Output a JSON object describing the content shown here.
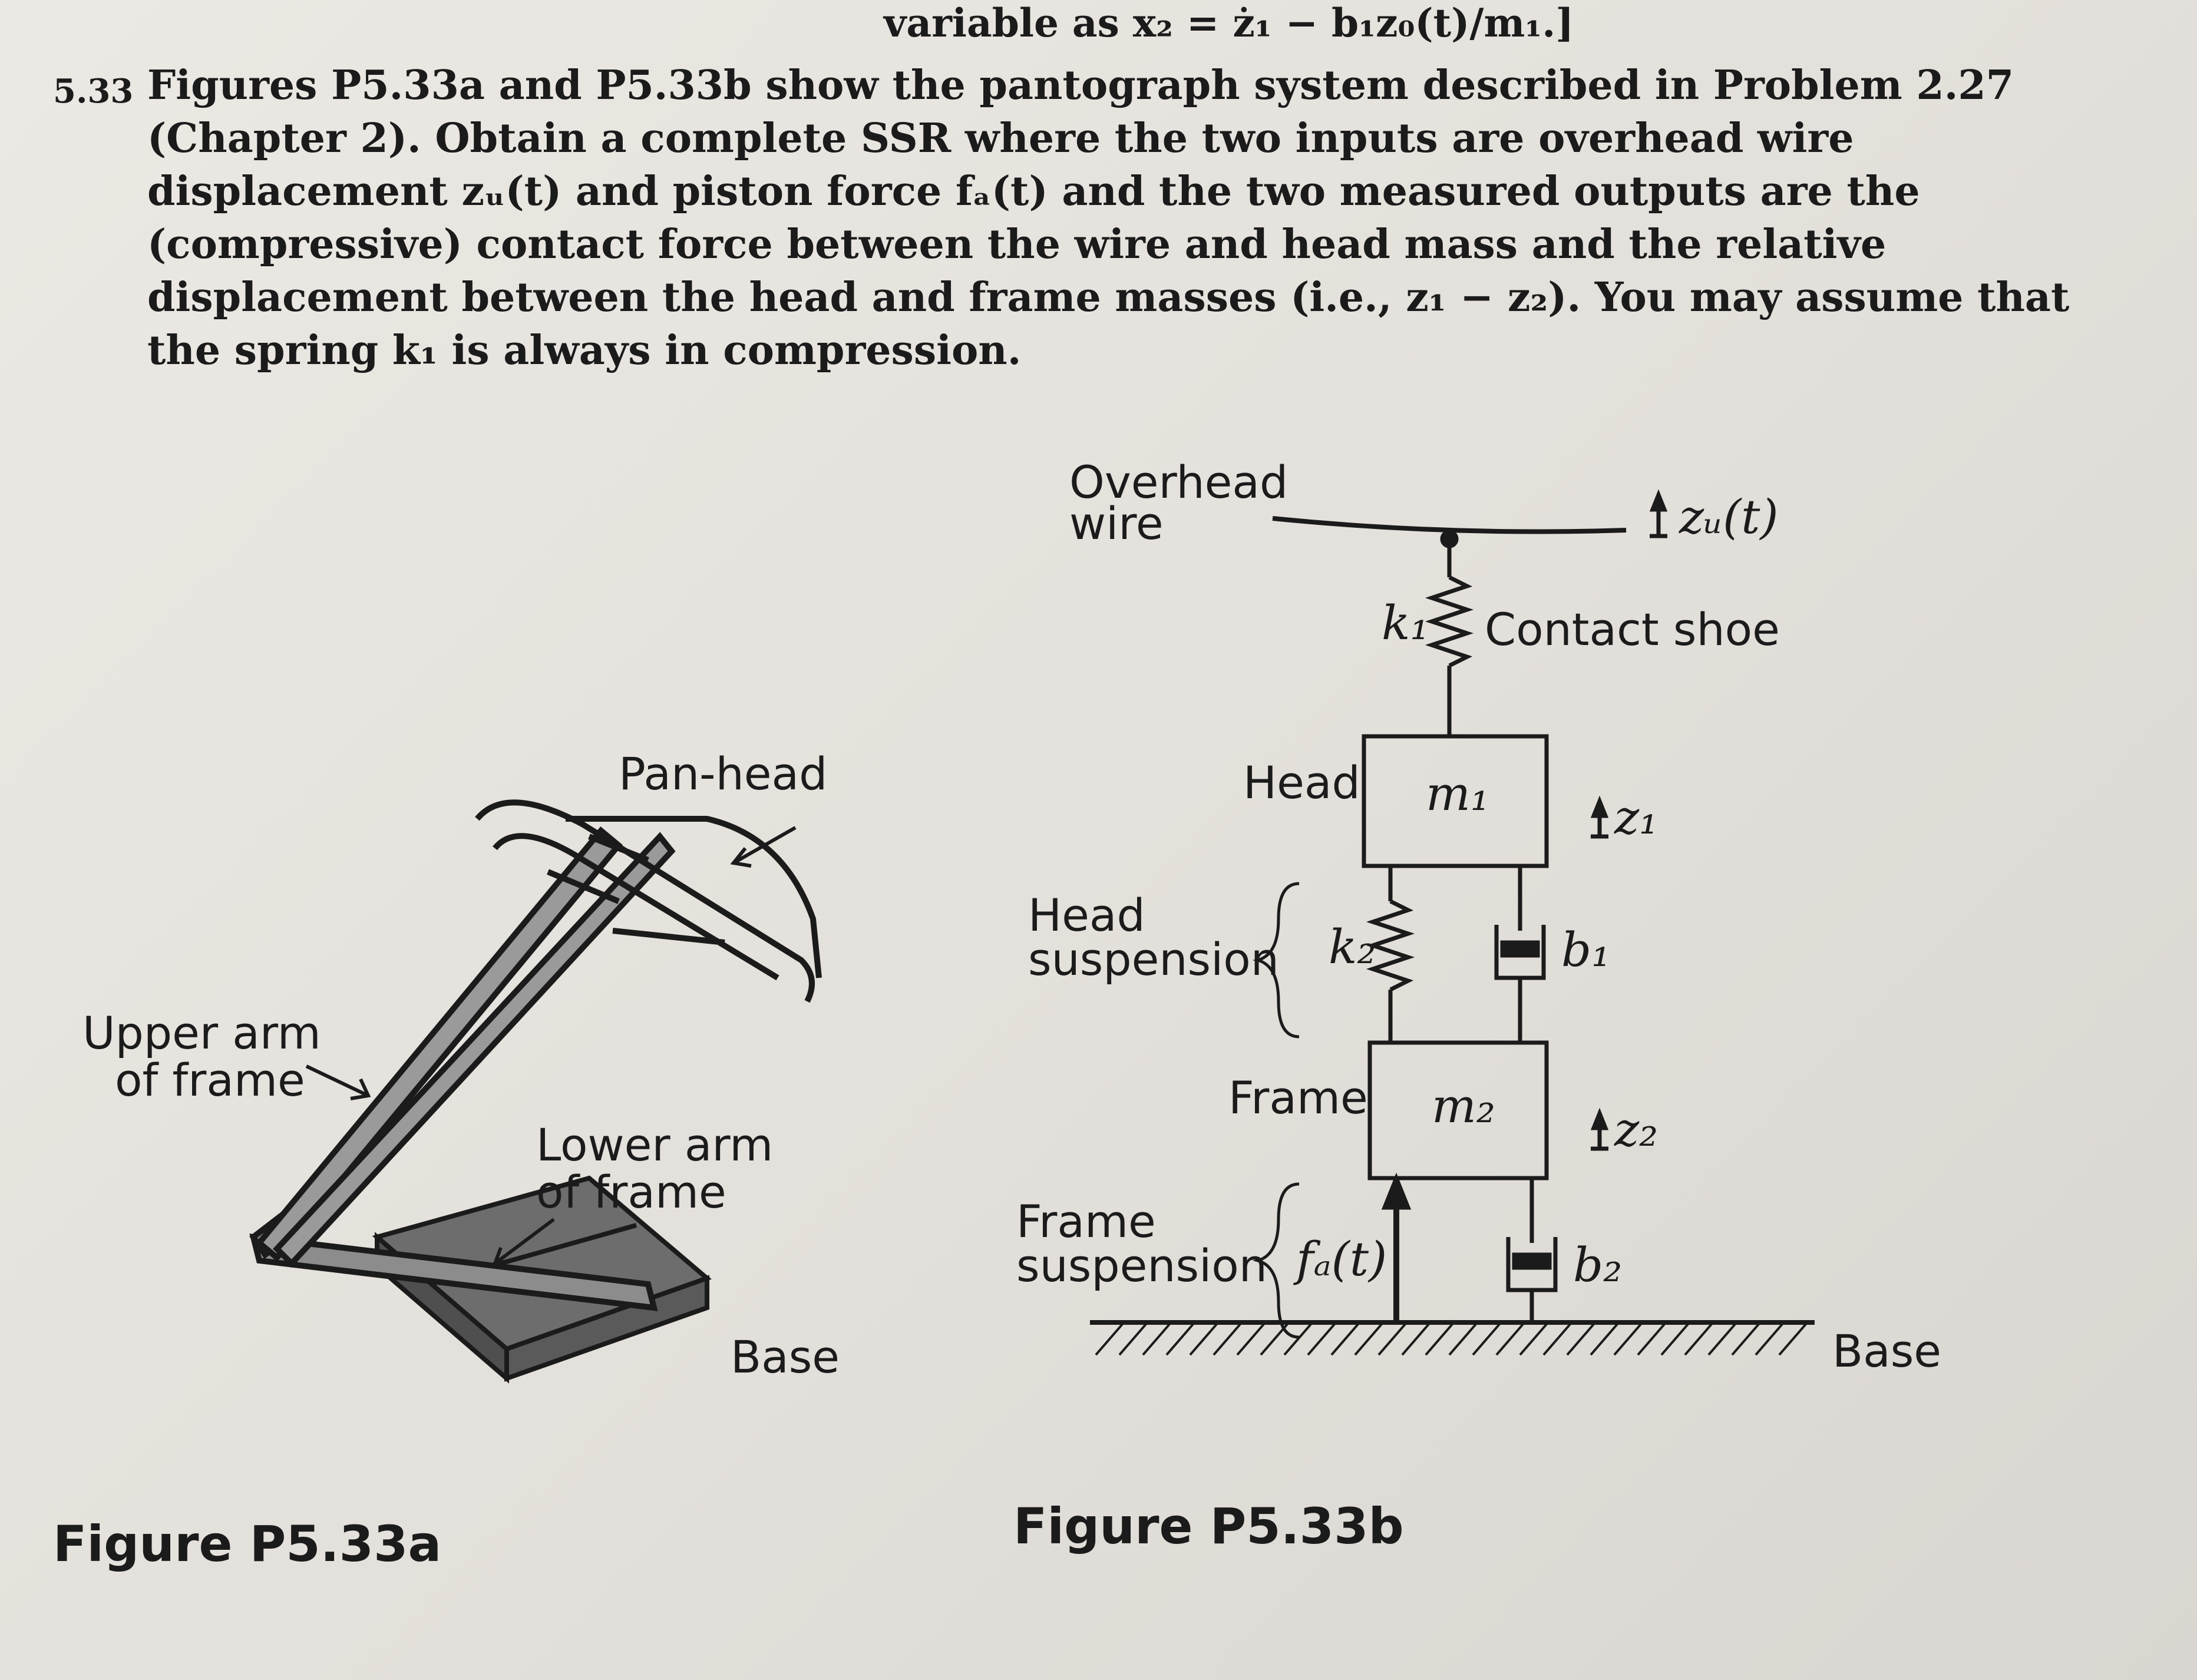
{
  "previous_line": "variable as x₂ = ż₁ − b₁z₀(t)/m₁.]",
  "problem": {
    "number": "5.33",
    "text": "Figures P5.33a and P5.33b show the pantograph system described in Problem 2.27 (Chapter 2). Obtain a complete SSR where the two inputs are overhead wire displacement zᵤ(t) and piston force fₐ(t) and the two measured outputs are the (compressive) contact force between the wire and head mass and the relative displacement between the head and frame masses (i.e., z₁ − z₂). You may assume that the spring k₁ is always in compression."
  },
  "figure_a": {
    "caption": "Figure P5.33a",
    "labels": {
      "pan_head": "Pan-head",
      "upper_arm_1": "Upper arm",
      "upper_arm_2": "of frame",
      "lower_arm_1": "Lower arm",
      "lower_arm_2": "of frame",
      "base": "Base"
    }
  },
  "figure_b": {
    "caption": "Figure P5.33b",
    "labels": {
      "overhead_1": "Overhead",
      "overhead_2": "wire",
      "contact_shoe": "Contact shoe",
      "head": "Head",
      "head_susp_1": "Head",
      "head_susp_2": "suspension",
      "frame": "Frame",
      "frame_susp_1": "Frame",
      "frame_susp_2": "suspension",
      "base": "Base",
      "k1": "k₁",
      "k2": "k₂",
      "b1": "b₁",
      "b2": "b₂",
      "m1": "m₁",
      "m2": "m₂",
      "z1": "z₁",
      "z2": "z₂",
      "zw": "zᵤ(t)",
      "fa": "fₐ(t)"
    }
  },
  "colors": {
    "ink": "#1b1b1b",
    "paper": "#e7e3de",
    "frame_gray": "#6d6d6d"
  }
}
